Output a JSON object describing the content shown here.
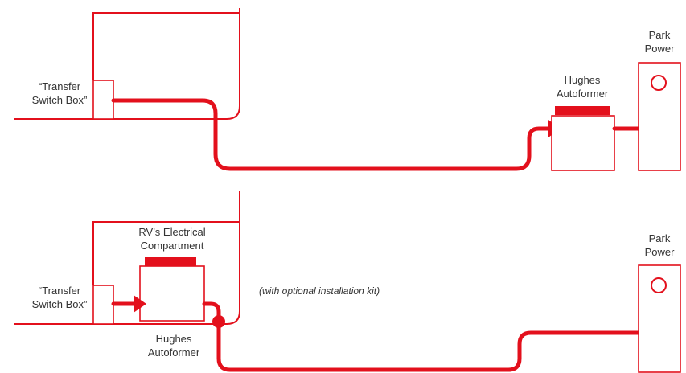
{
  "diagram": {
    "top": {
      "transfer_switch_line1": "“Transfer",
      "transfer_switch_line2": "Switch Box”",
      "autoformer_line1": "Hughes",
      "autoformer_line2": "Autoformer",
      "park_power_line1": "Park",
      "park_power_line2": "Power"
    },
    "bottom": {
      "compartment_line1": "RV’s Electrical",
      "compartment_line2": "Compartment",
      "transfer_switch_line1": "“Transfer",
      "transfer_switch_line2": "Switch Box”",
      "autoformer_line1": "Hughes",
      "autoformer_line2": "Autoformer",
      "park_power_line1": "Park",
      "park_power_line2": "Power",
      "note": "(with optional installation kit)"
    }
  },
  "colors": {
    "line": "#e3101c",
    "text": "#333333"
  }
}
